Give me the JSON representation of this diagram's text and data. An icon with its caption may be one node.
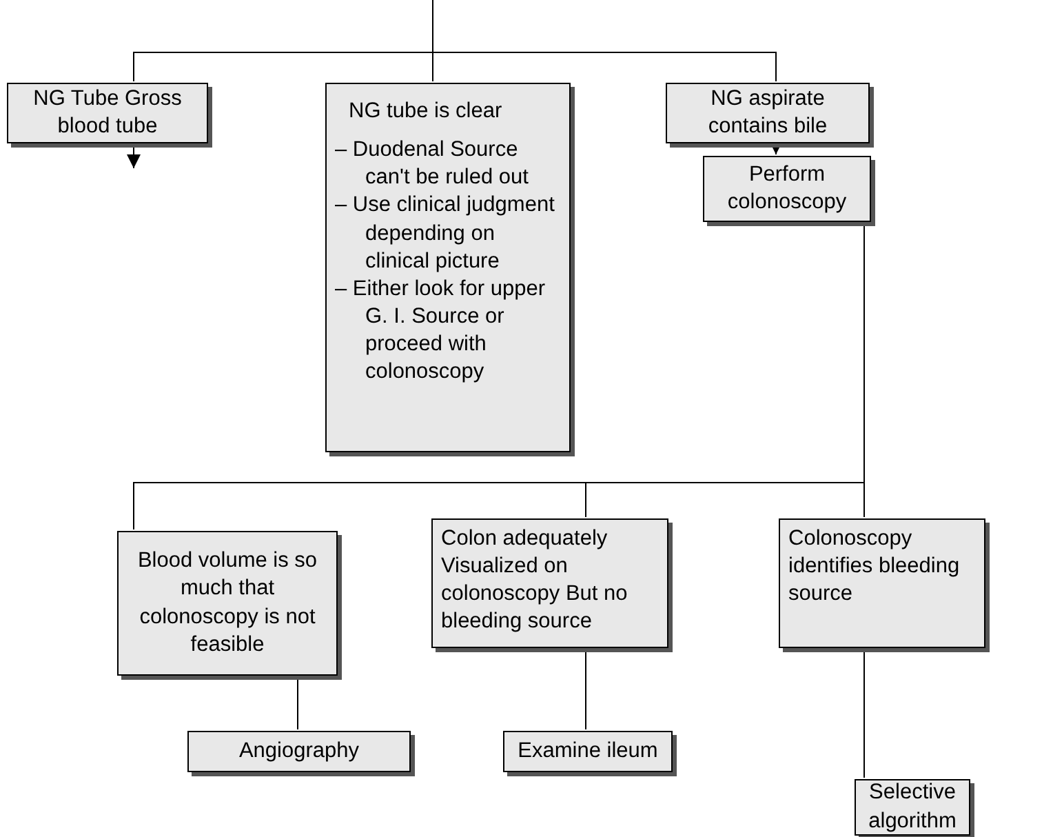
{
  "diagram": {
    "nodes": [
      {
        "text": [
          "NG Tube Gross blood tube"
        ]
      },
      {
        "text": [
          "NG tube is clear",
          "– Duodenal Source can't be ruled out",
          "– Use clinical judgment depending on clinical picture",
          "– Either look for upper G. I. Source or proceed with colonoscopy"
        ]
      },
      {
        "text": [
          "NG aspirate contains bile"
        ]
      },
      {
        "text": [
          "Perform colonoscopy"
        ]
      },
      {
        "text": [
          "Blood volume is so much that colonoscopy is not feasible"
        ]
      },
      {
        "text": [
          "Colon adequately Visualized on colonoscopy But no bleeding source"
        ]
      },
      {
        "text": [
          "Colonoscopy identifies bleeding source"
        ]
      },
      {
        "text": [
          "Angiography"
        ]
      },
      {
        "text": [
          "Examine ileum"
        ]
      },
      {
        "text": [
          "Selective algorithm"
        ]
      }
    ],
    "edges": [
      {
        "from": null,
        "to": 0,
        "arrow": "none"
      },
      {
        "from": null,
        "to": 1,
        "arrow": "none"
      },
      {
        "from": null,
        "to": 2,
        "arrow": "none"
      },
      {
        "from": 0,
        "to": null,
        "arrow": "to"
      },
      {
        "from": 2,
        "to": 3,
        "arrow": "to"
      },
      {
        "from": 3,
        "to": 4,
        "arrow": "none"
      },
      {
        "from": 3,
        "to": 5,
        "arrow": "none"
      },
      {
        "from": 3,
        "to": 6,
        "arrow": "none"
      },
      {
        "from": 4,
        "to": 7,
        "arrow": "none"
      },
      {
        "from": 5,
        "to": 8,
        "arrow": "none"
      },
      {
        "from": 6,
        "to": 9,
        "arrow": "none"
      }
    ]
  }
}
